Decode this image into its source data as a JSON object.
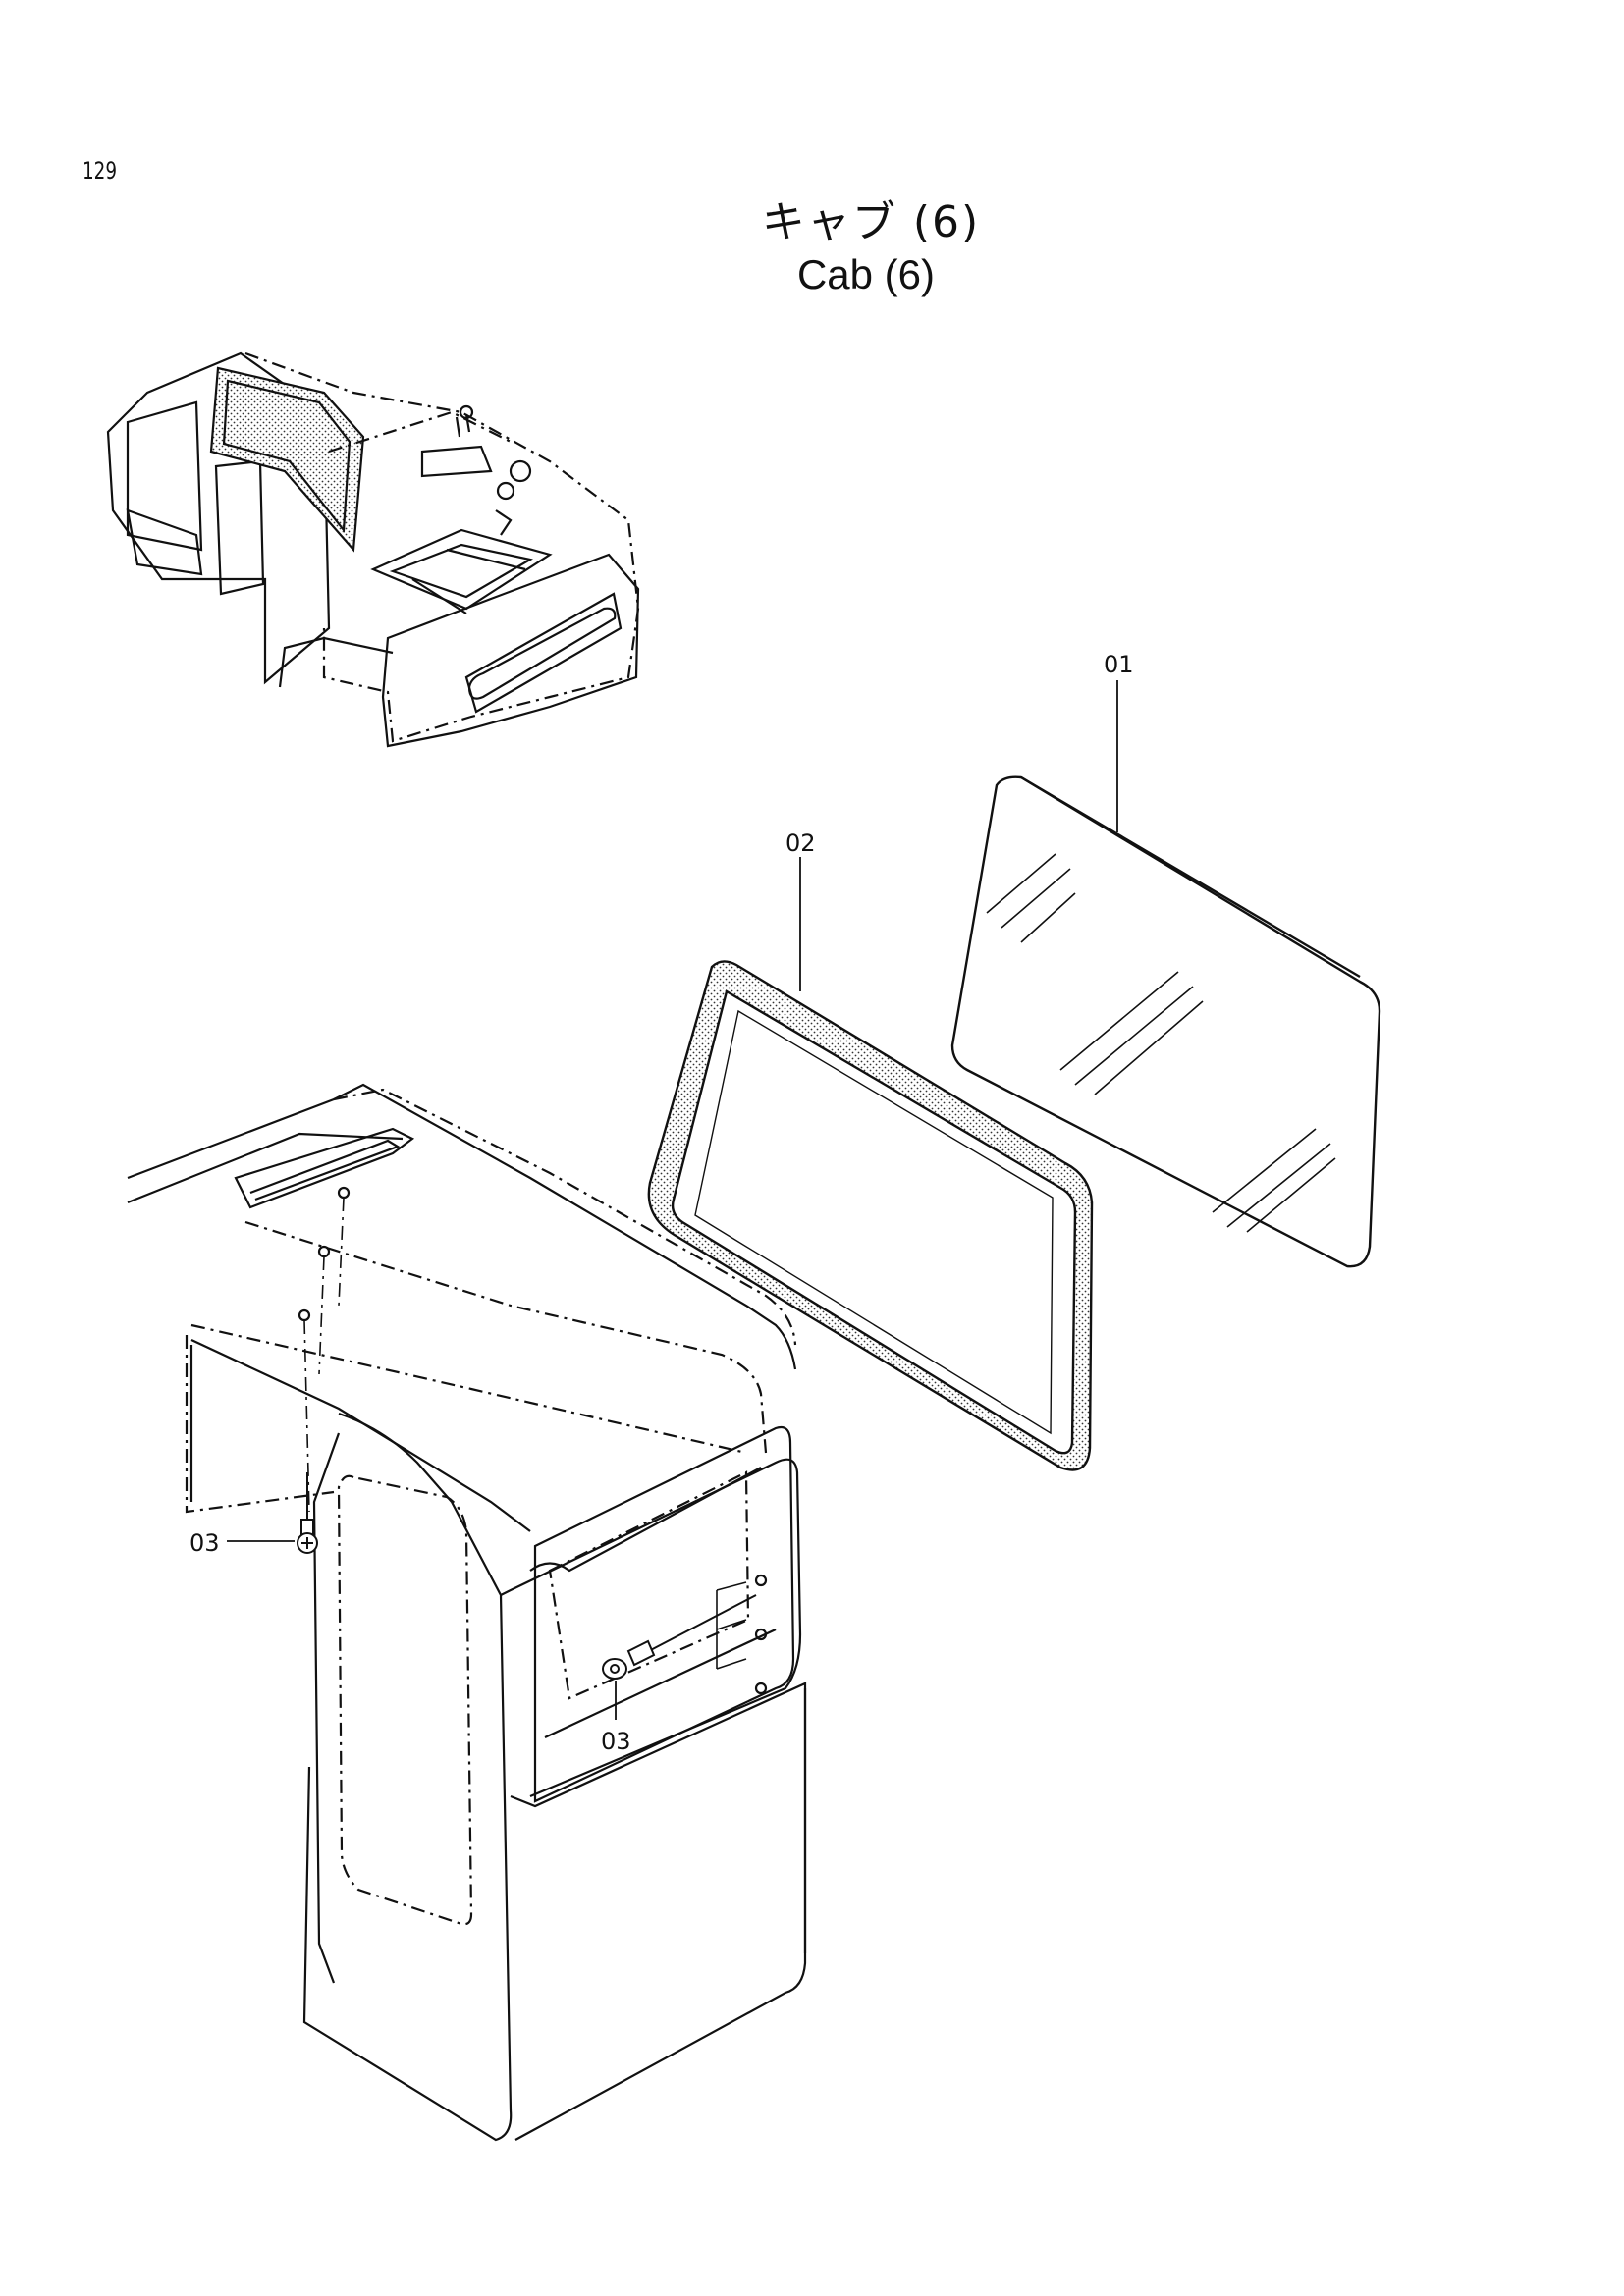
{
  "page": {
    "number": "129"
  },
  "title": {
    "japanese": "キャブ (6)",
    "english": "Cab (6)"
  },
  "callouts": [
    {
      "id": "01",
      "label": "01"
    },
    {
      "id": "02",
      "label": "02"
    },
    {
      "id": "03a",
      "label": "03"
    },
    {
      "id": "03b",
      "label": "03"
    }
  ]
}
